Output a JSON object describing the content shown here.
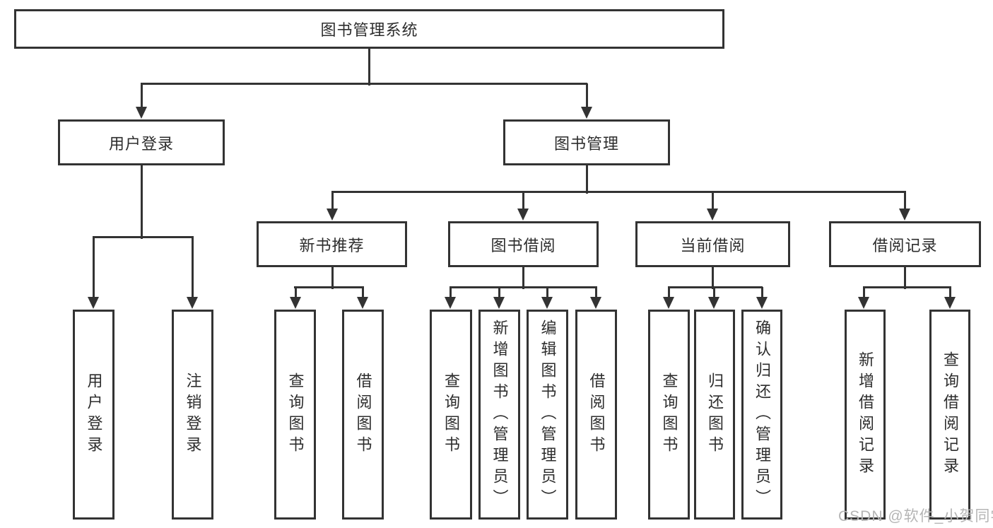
{
  "diagram_type": "tree",
  "tree": {
    "label": "图书管理系统",
    "children": [
      {
        "label": "用户登录",
        "children": [
          {
            "label": "用户登录"
          },
          {
            "label": "注销登录"
          }
        ]
      },
      {
        "label": "图书管理",
        "children": [
          {
            "label": "新书推荐",
            "children": [
              {
                "label": "查询图书"
              },
              {
                "label": "借阅图书"
              }
            ]
          },
          {
            "label": "图书借阅",
            "children": [
              {
                "label": "查询图书"
              },
              {
                "label": "新增图书（管理员）"
              },
              {
                "label": "编辑图书（管理员）"
              },
              {
                "label": "借阅图书"
              }
            ]
          },
          {
            "label": "当前借阅",
            "children": [
              {
                "label": "查询图书"
              },
              {
                "label": "归还图书"
              },
              {
                "label": "确认归还（管理员）"
              }
            ]
          },
          {
            "label": "借阅记录",
            "children": [
              {
                "label": "新增借阅记录"
              },
              {
                "label": "查询借阅记录"
              }
            ]
          }
        ]
      }
    ]
  },
  "watermark": {
    "text": "CSDN @软件_小贺同学"
  },
  "colors": {
    "line": "#333333",
    "box_fill": "#ffffff",
    "text": "#2d2d2d",
    "watermark": "#b5b5b5",
    "background": "#ffffff"
  }
}
